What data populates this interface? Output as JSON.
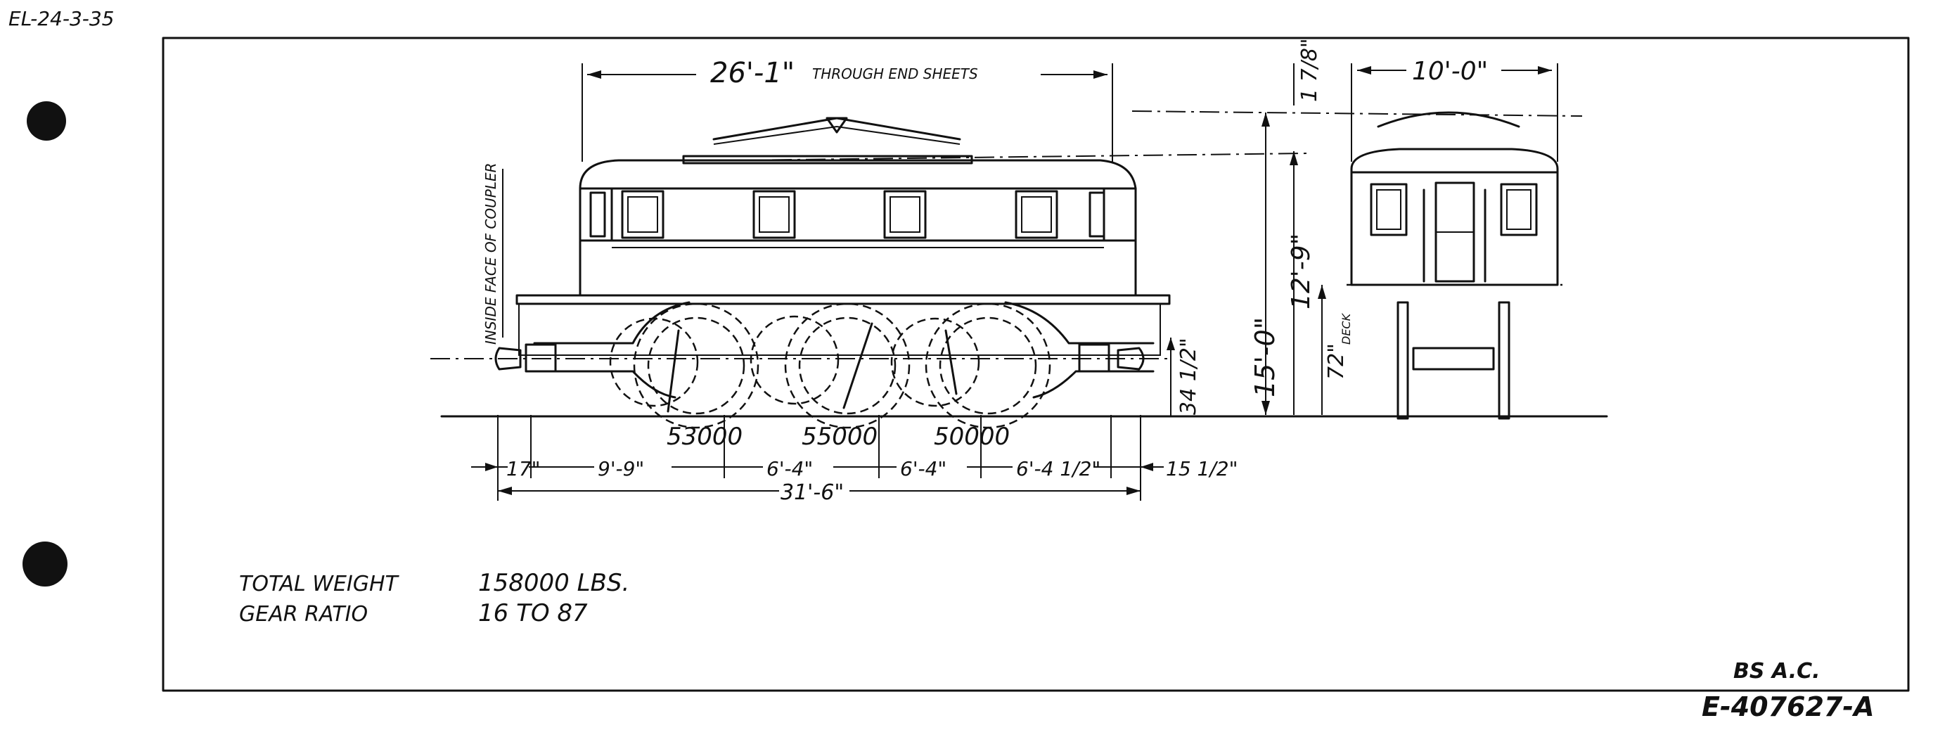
{
  "drawing_ref": "EL-24-3-35",
  "drawing_number": "E-407627-A",
  "initials": "BS A.C.",
  "dimensions": {
    "length_end_sheets": "26'-1\"",
    "length_end_sheets_note": "THROUGH END SHEETS",
    "width": "10'-0\"",
    "pantograph_gap": "1 7/8\"",
    "height_locked_down": "15'-0\"",
    "height_roof": "12'-9\"",
    "deck_height": "72\"",
    "deck_label": "DECK",
    "coupler_height": "34 1/2\"",
    "coupler_note": "INSIDE FACE OF COUPLER",
    "overall_length": "31'-6\"",
    "coupler_to_axle_left": "17\"",
    "spacing_1": "9'-9\"",
    "spacing_2": "6'-4\"",
    "spacing_3": "6'-4\"",
    "spacing_4": "6'-4 1/2\"",
    "coupler_to_axle_right": "15 1/2\""
  },
  "axle_loads": [
    "53000",
    "55000",
    "50000"
  ],
  "specs": {
    "weight_label": "TOTAL WEIGHT",
    "weight_value": "158000 LBS.",
    "gear_label": "GEAR RATIO",
    "gear_value": "16 TO 87"
  }
}
